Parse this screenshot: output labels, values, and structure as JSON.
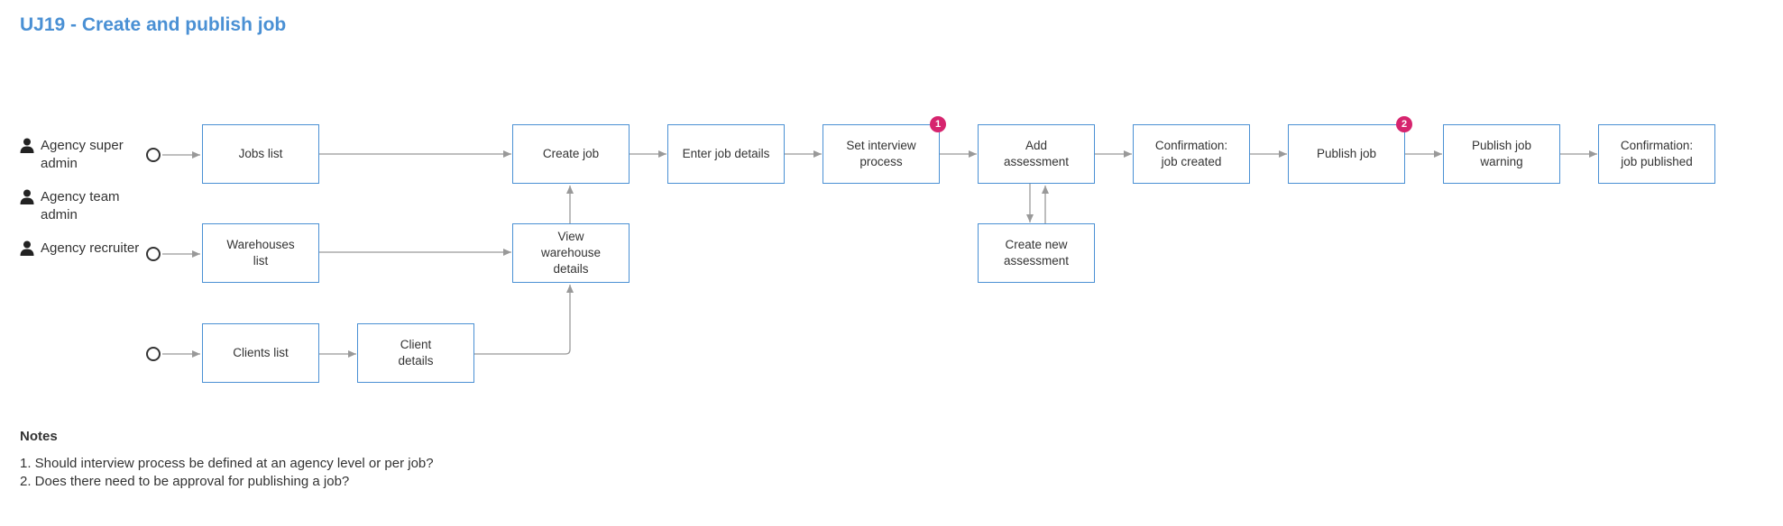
{
  "title": "UJ19 - Create and publish job",
  "actors": [
    {
      "label": "Agency super admin",
      "icon": "person-icon"
    },
    {
      "label": "Agency team admin",
      "icon": "person-icon"
    },
    {
      "label": "Agency recruiter",
      "icon": "person-icon"
    }
  ],
  "nodes": {
    "jobs_list": "Jobs list",
    "warehouses_list": "Warehouses\nlist",
    "clients_list": "Clients list",
    "client_details": "Client\ndetails",
    "create_job": "Create job",
    "view_warehouse_details": "View\nwarehouse\ndetails",
    "enter_job_details": "Enter job details",
    "set_interview_process": "Set interview\nprocess",
    "add_assessment": "Add\nassessment",
    "create_new_assessment": "Create new\nassessment",
    "confirmation_job_created": "Confirmation:\njob created",
    "publish_job": "Publish job",
    "publish_job_warning": "Publish job\nwarning",
    "confirmation_job_published": "Confirmation:\njob published"
  },
  "badges": {
    "set_interview_process": "1",
    "publish_job": "2"
  },
  "notes": {
    "title": "Notes",
    "items": [
      "1. Should interview process be defined at an agency level or per job?",
      "2. Does there need to be approval for publishing a job?"
    ]
  },
  "colors": {
    "title": "#4a90d4",
    "node_border": "#4a90d4",
    "connector": "#999999",
    "badge": "#d6246e"
  }
}
